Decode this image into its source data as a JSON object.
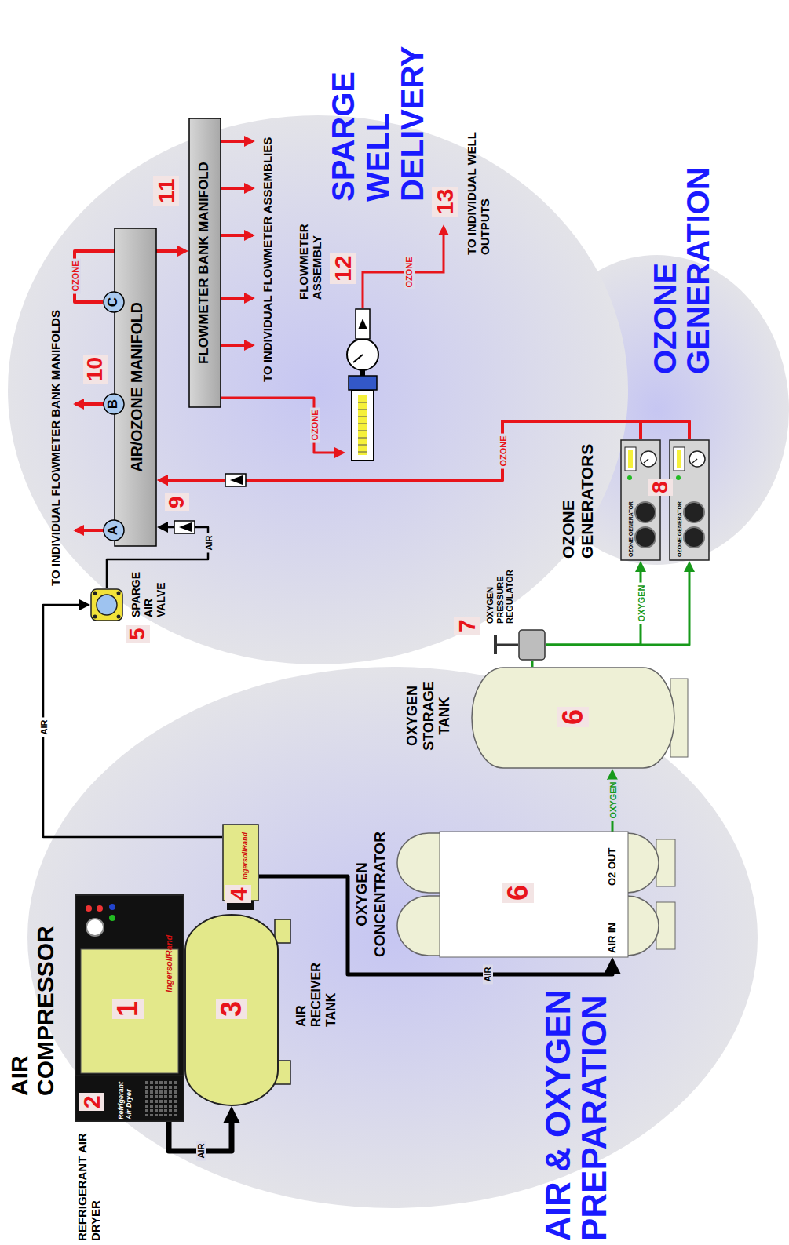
{
  "diagram": {
    "nodes": [
      {
        "text": [
          "AIR & OXYGEN PREPARATION"
        ]
      },
      {
        "text": [
          "AIR COMPRESSOR",
          "1",
          "IngersollRand"
        ],
        "in": 0
      },
      {
        "text": [
          "REFRIGERANT AIR DRYER",
          "2",
          "Refrigerant Air Dryer"
        ],
        "in": 1
      },
      {
        "text": [
          "3",
          "AIR RECEIVER TANK"
        ],
        "in": 0
      },
      {
        "text": [
          "4",
          "IngersollRand"
        ],
        "in": 0
      },
      {
        "text": [
          "OXYGEN CONCENTRATOR",
          "6",
          "AIR IN",
          "O2 OUT"
        ],
        "in": 0
      },
      {
        "text": [
          "OXYGEN STORAGE TANK",
          "6"
        ],
        "in": 0
      },
      {
        "text": [
          "7",
          "OXYGEN PRESSURE REGULATOR"
        ]
      },
      {
        "text": [
          "OZONE GENERATION"
        ]
      },
      {
        "text": [
          "OZONE GENERATORS",
          "8"
        ],
        "in": 8
      },
      {
        "text": [
          "OZONE GENERATOR"
        ],
        "in": 9
      },
      {
        "text": [
          "OZONE GENERATOR"
        ],
        "in": 9
      },
      {
        "text": [
          "SPARGE WELL DELIVERY"
        ]
      },
      {
        "text": [
          "5",
          "SPARGE AIR VALVE"
        ],
        "in": 12
      },
      {
        "text": [
          "9",
          "AIR/OZONE MANIFOLD"
        ],
        "in": 12
      },
      {
        "text": [
          "A"
        ],
        "in": 14
      },
      {
        "text": [
          "B"
        ],
        "in": 14
      },
      {
        "text": [
          "C"
        ],
        "in": 14
      },
      {
        "text": [
          "11",
          "FLOWMETER BANK MANIFOLD"
        ],
        "in": 12
      },
      {
        "text": [
          "FLOWMETER ASSEMBLY",
          "12"
        ],
        "in": 12
      }
    ],
    "edges": [
      {
        "from": 2,
        "to": 3,
        "label": "AIR",
        "arrow": "to"
      },
      {
        "from": 4,
        "to": 5,
        "label": "AIR",
        "arrow": "to"
      },
      {
        "from": 4,
        "to": 13,
        "label": "AIR",
        "arrow": "to"
      },
      {
        "from": 5,
        "to": 6,
        "label": "OXYGEN",
        "arrow": "to"
      },
      {
        "from": 6,
        "to": 7,
        "arrow": "none"
      },
      {
        "from": 7,
        "to": 10,
        "label": "OXYGEN",
        "arrow": "to"
      },
      {
        "from": 7,
        "to": 11,
        "arrow": "to"
      },
      {
        "from": 10,
        "to": 14,
        "label": "OZONE",
        "arrow": "to"
      },
      {
        "from": 11,
        "to": 14,
        "arrow": "to"
      },
      {
        "from": 13,
        "to": 14,
        "label": "AIR",
        "arrow": "to"
      },
      {
        "from": 17,
        "to": 18,
        "label": "OZONE",
        "arrow": "to"
      },
      {
        "from": 18,
        "to": 19,
        "label": "OZONE",
        "arrow": "to"
      }
    ],
    "labels": [
      "10",
      "TO INDIVIDUAL FLOWMETER BANK MANIFOLDS",
      "TO INDIVIDUAL FLOWMETER ASSEMBLIES",
      "OZONE",
      "13",
      "TO INDIVIDUAL WELL OUTPUTS"
    ]
  }
}
